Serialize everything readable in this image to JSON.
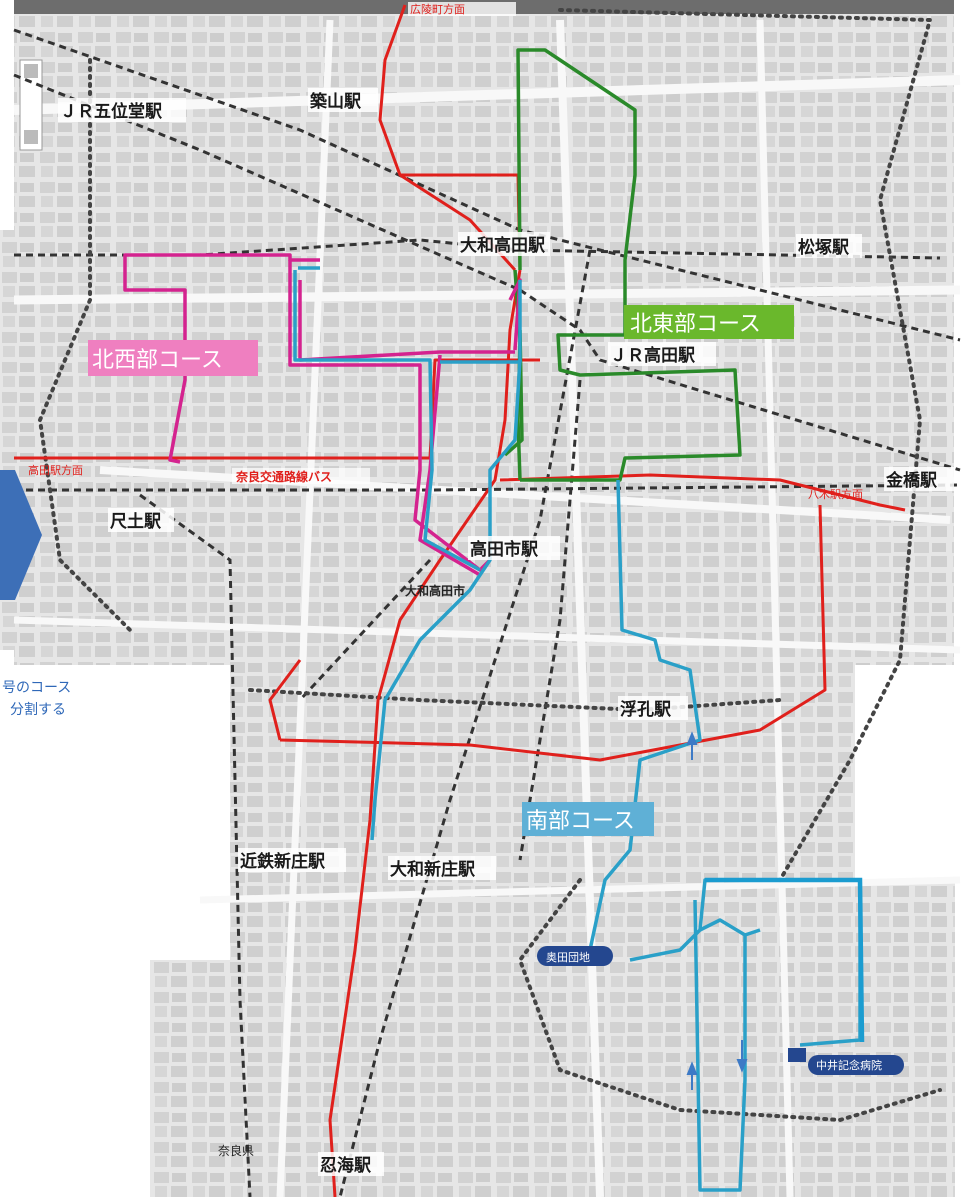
{
  "colors": {
    "rail_red": "#e0201c",
    "course_green": "#2a8a2a",
    "course_magenta": "#d4238f",
    "course_cyan": "#2aa0c8",
    "course_blue_dark": "#1b6fa8",
    "label_green_bg": "#6ab82c",
    "label_pink_bg": "#ef7fc0",
    "label_blue_bg": "#5fb0d6",
    "tag_navy": "#24478f",
    "arrow_blue": "#3d7ac6"
  },
  "stations": {
    "goidou": "ＪＲ五位堂駅",
    "tsukiyama": "築山駅",
    "yamato_takada": "大和高田駅",
    "matsuzuka": "松塚駅",
    "jr_takada": "ＪＲ高田駅",
    "hanishi": "尺土駅",
    "takadashi": "高田市駅",
    "kanahashi": "金橋駅",
    "ukishima": "浮孔駅",
    "kintetsu_shinjo": "近鉄新庄駅",
    "yamato_shinjo": "大和新庄駅",
    "oshimi": "忍海駅"
  },
  "courses": {
    "hokutou": "北東部コース",
    "hokusei": "北西部コース",
    "nanbu": "南部コース"
  },
  "tags": {
    "okuda": "奥田団地",
    "nakai": "中井記念病院"
  },
  "captions": {
    "route_bus": "奈良交通路線バス",
    "note_line1": "号のコース",
    "note_line2": "分割する",
    "to_kouryou": "広陵町方面",
    "to_hannyabashi": "高田駅方面",
    "to_hachiki": "八木駅方面",
    "city": "大和高田市",
    "prefecture": "奈良県"
  }
}
